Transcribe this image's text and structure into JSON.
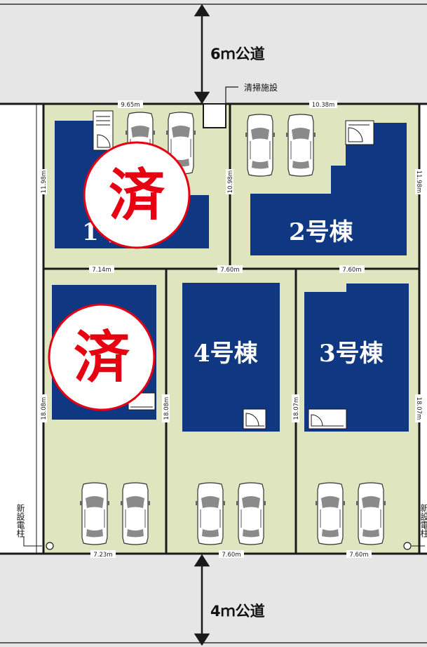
{
  "roads": {
    "north": "6ｍ公道",
    "south": "4ｍ公道"
  },
  "facility": {
    "label": "清掃施設"
  },
  "lots": {
    "lot1": {
      "building_label": "1号棟",
      "sold_mark": "済",
      "frontage": "9.65m",
      "depth_left": "11.98m",
      "depth_right": "10.98m",
      "rear": "7.14m"
    },
    "lot2": {
      "building_label": "2号棟",
      "frontage": "10.38m",
      "depth_right": "11.98m",
      "rear": "7.60m"
    },
    "lot5": {
      "sold_mark": "済",
      "depth_left": "18.08m",
      "depth_right": "18.08m",
      "street": "7.23m"
    },
    "lot4": {
      "building_label": "4号棟",
      "top": "7.60m",
      "street": "7.60m"
    },
    "lot3": {
      "building_label": "3号棟",
      "depth_left": "18.07m",
      "depth_right": "18.07m",
      "street": "7.60m"
    }
  },
  "poles": {
    "left": "新設電柱",
    "right": "新設電柱"
  },
  "colors": {
    "road": "#e6e6e6",
    "lot": "#dfe6bf",
    "building": "#0f3782",
    "boundary": "#1a1a1a",
    "sold_stamp": "#e60012"
  }
}
